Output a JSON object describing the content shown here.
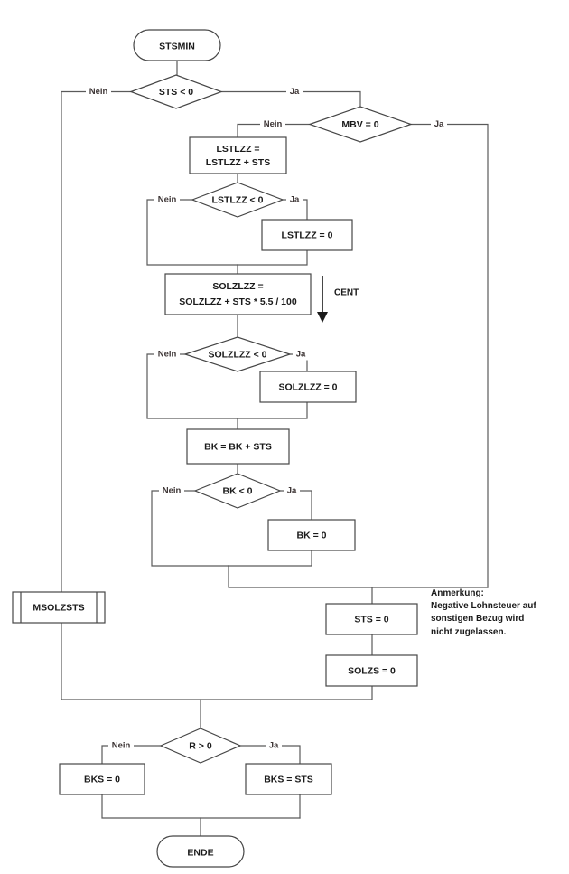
{
  "diagram": {
    "title_terminator": "STSMIN",
    "end_terminator": "ENDE",
    "nodes": {
      "start": "STSMIN",
      "d_sts": "STS < 0",
      "d_mbv": "MBV = 0",
      "p_lstlzz_add_l1": "LSTLZZ =",
      "p_lstlzz_add_l2": "LSTLZZ + STS",
      "d_lstlzz": "LSTLZZ < 0",
      "p_lstlzz_zero": "LSTLZZ = 0",
      "p_solzlzz_add_l1": "SOLZLZZ =",
      "p_solzlzz_add_l2": "SOLZLZZ + STS * 5.5 / 100",
      "d_solzlzz": "SOLZLZZ < 0",
      "p_solzlzz_zero": "SOLZLZZ = 0",
      "p_bk_add": "BK = BK + STS",
      "d_bk": "BK < 0",
      "p_bk_zero": "BK = 0",
      "sub_msolzsts": "MSOLZSTS",
      "p_sts_zero": "STS = 0",
      "p_solzs_zero": "SOLZS = 0",
      "d_r": "R > 0",
      "p_bks_zero": "BKS = 0",
      "p_bks_sts": "BKS = STS",
      "end": "ENDE"
    },
    "edge_labels": {
      "sts_nein": "Nein",
      "sts_ja": "Ja",
      "mbv_nein": "Nein",
      "mbv_ja": "Ja",
      "lstlzz_nein": "Nein",
      "lstlzz_ja": "Ja",
      "solzlzz_nein": "Nein",
      "solzlzz_ja": "Ja",
      "bk_nein": "Nein",
      "bk_ja": "Ja",
      "r_nein": "Nein",
      "r_ja": "Ja"
    },
    "annotations": {
      "cent": "CENT",
      "note_title": "Anmerkung:",
      "note_line1": "Negative Lohnsteuer auf",
      "note_line2": "sonstigen Bezug wird",
      "note_line3": "nicht zugelassen."
    },
    "colors": {
      "shape_stroke": "#464646",
      "connector": "#5a5a5a",
      "text": "#1a1a1a",
      "label_text": "#3d3535",
      "background": "#ffffff"
    }
  }
}
